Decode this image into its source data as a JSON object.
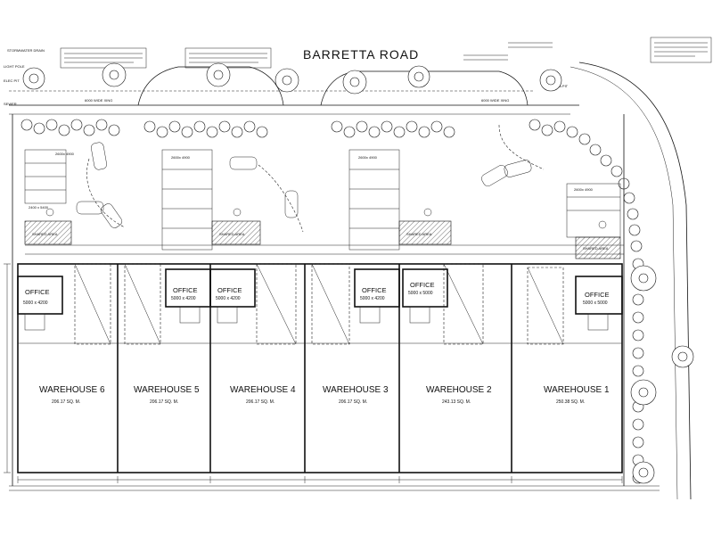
{
  "road_name": "BARRETTA ROAD",
  "warehouses": [
    {
      "name": "WAREHOUSE 6",
      "area": "206.17 SQ. M."
    },
    {
      "name": "WAREHOUSE 5",
      "area": "206.17 SQ. M."
    },
    {
      "name": "WAREHOUSE 4",
      "area": "206.17 SQ. M."
    },
    {
      "name": "WAREHOUSE 3",
      "area": "206.17 SQ. M."
    },
    {
      "name": "WAREHOUSE 2",
      "area": "243.13 SQ. M."
    },
    {
      "name": "WAREHOUSE 1",
      "area": "250.38 SQ. M."
    }
  ],
  "offices": [
    {
      "name": "OFFICE",
      "dims": "5000 x 4200"
    },
    {
      "name": "OFFICE",
      "dims": "5000 x 4200"
    },
    {
      "name": "OFFICE",
      "dims": "5000 x 4200"
    },
    {
      "name": "OFFICE",
      "dims": "5000 x 4200"
    },
    {
      "name": "OFFICE",
      "dims": "5000 x 5000"
    },
    {
      "name": "OFFICE",
      "dims": "5000 x 5000"
    }
  ],
  "annotations": {
    "stormwater_drain": "STORMWATER DRAIN",
    "light_pole": "LIGHT POLE",
    "elec_pit": "ELEC PIT",
    "sewer": "SEWER",
    "telstra_pit": "TELSTRA PIT",
    "crossing_left": "6000 WIDE XING",
    "crossing_right": "6000 WIDE XING",
    "shared_area": "SHARED AREA",
    "disabled_space": "2400 x 5400"
  },
  "parking_labels": [
    "2600x 4900",
    "2600x 4900",
    "2600x 4900",
    "2600x 4900"
  ]
}
